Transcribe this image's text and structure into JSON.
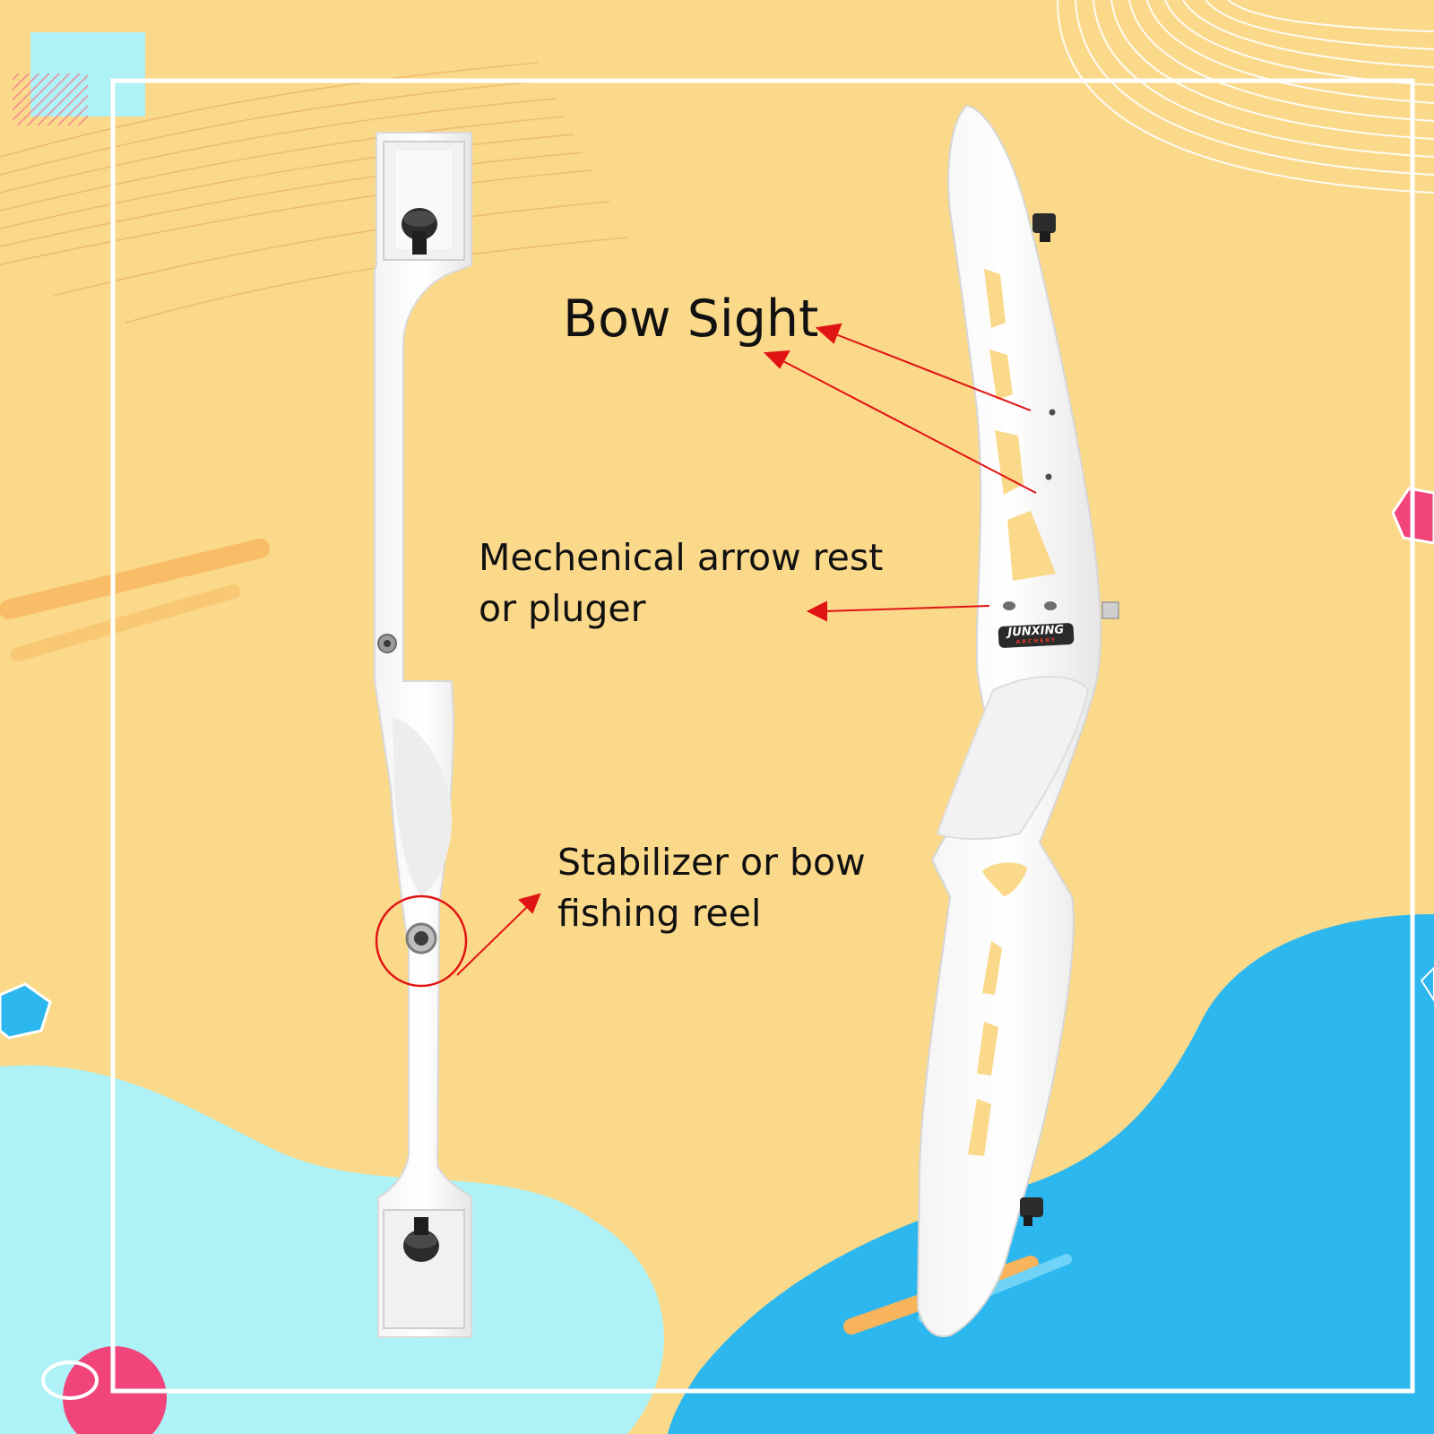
{
  "annotations": {
    "bow_sight": "Bow Sight",
    "arrow_rest_line1": "Mechenical arrow rest",
    "arrow_rest_line2": "or pluger",
    "stabilizer_line1": "Stabilizer or bow",
    "stabilizer_line2": "fishing reel"
  },
  "logo": {
    "brand": "JUNXING",
    "sub": "ARCHERY"
  },
  "colors": {
    "background": "#fbd98a",
    "blue": "#2db7ef",
    "light_blue": "#aef2f7",
    "pink": "#f0447a",
    "annotation_red": "#e11414",
    "frame": "#ffffff",
    "riser": "#ffffff"
  }
}
